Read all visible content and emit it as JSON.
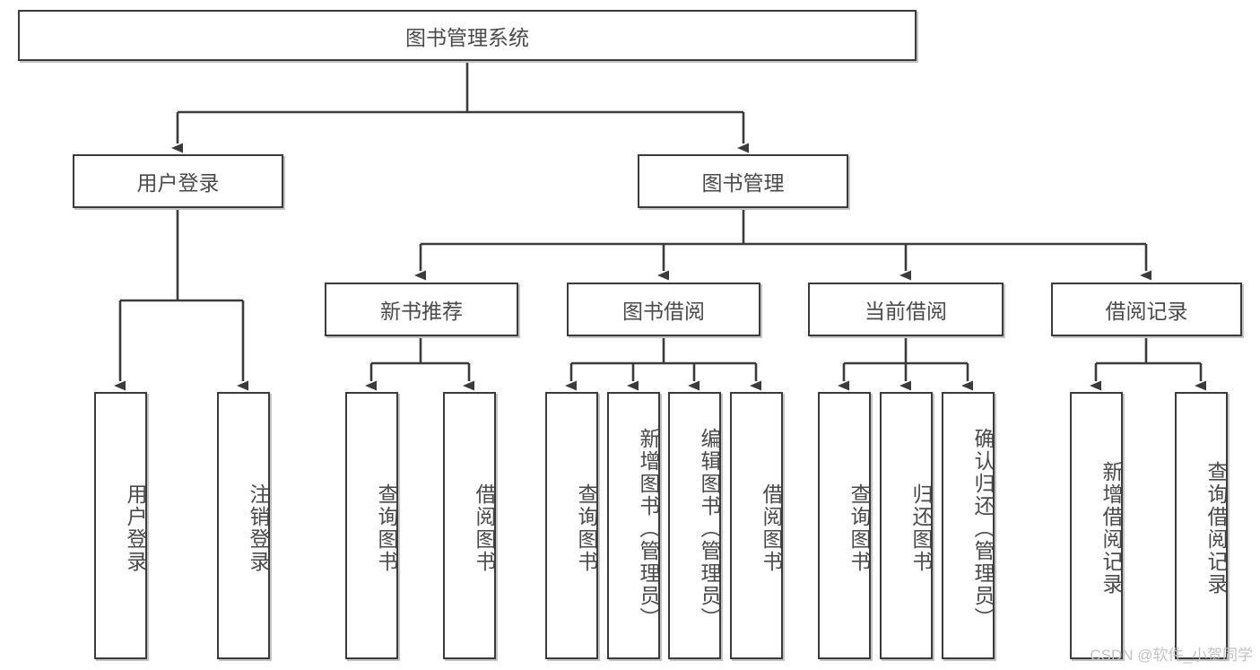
{
  "diagram": {
    "type": "tree",
    "title": "图书管理系统",
    "watermark": "CSDN @软件_小贺同学",
    "colors": {
      "stroke": "#3b3b3b",
      "text": "#4a4a4a",
      "background": "#ffffff",
      "shadow": "#c4c4c4",
      "watermark": "#c2c2c2"
    },
    "nodes": {
      "root": {
        "label": "图书管理系统"
      },
      "level2": [
        {
          "id": "user-login",
          "label": "用户登录"
        },
        {
          "id": "book-manage",
          "label": "图书管理"
        }
      ],
      "level3": [
        {
          "id": "new-book-recommend",
          "label": "新书推荐"
        },
        {
          "id": "book-borrow",
          "label": "图书借阅"
        },
        {
          "id": "current-borrow",
          "label": "当前借阅"
        },
        {
          "id": "borrow-record",
          "label": "借阅记录"
        }
      ],
      "leaves_user_login": [
        {
          "id": "leaf-user-login",
          "label": "用户登录"
        },
        {
          "id": "leaf-logout-login",
          "label": "注销登录"
        }
      ],
      "leaves_new_book_recommend": [
        {
          "id": "leaf-query-book-1",
          "label": "查询图书"
        },
        {
          "id": "leaf-borrow-book-1",
          "label": "借阅图书"
        }
      ],
      "leaves_book_borrow": [
        {
          "id": "leaf-query-book-2",
          "label": "查询图书"
        },
        {
          "id": "leaf-add-book",
          "label": "新增图书（管理员）"
        },
        {
          "id": "leaf-edit-book",
          "label": "编辑图书（管理员）"
        },
        {
          "id": "leaf-borrow-book-2",
          "label": "借阅图书"
        }
      ],
      "leaves_current_borrow": [
        {
          "id": "leaf-query-book-3",
          "label": "查询图书"
        },
        {
          "id": "leaf-return-book",
          "label": "归还图书"
        },
        {
          "id": "leaf-confirm-return",
          "label": "确认归还（管理员）"
        }
      ],
      "leaves_borrow_record": [
        {
          "id": "leaf-add-borrow-record",
          "label": "新增借阅记录"
        },
        {
          "id": "leaf-query-borrow-record",
          "label": "查询借阅记录"
        }
      ]
    }
  }
}
